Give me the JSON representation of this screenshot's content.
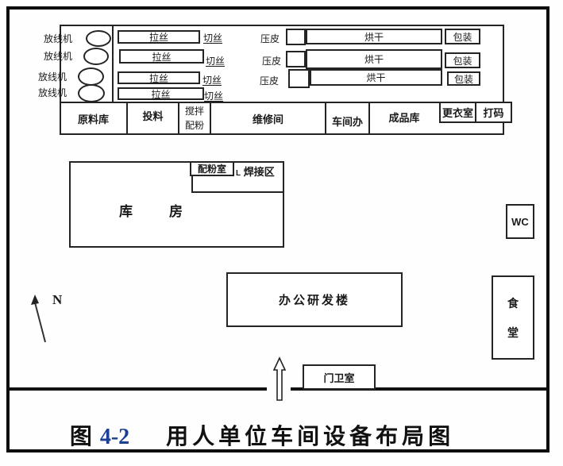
{
  "figure_caption": {
    "figure_word": "图",
    "figure_number": "4-2",
    "title": "用人单位车间设备布局图"
  },
  "compass": {
    "label": "N"
  },
  "workshop": {
    "payoff_machines": [
      {
        "label": "放线机"
      },
      {
        "label": "放线机"
      },
      {
        "label": "放线机"
      },
      {
        "label": "放线机"
      }
    ],
    "wire_lines": [
      {
        "draw": "拉丝",
        "cut": "切丝"
      },
      {
        "draw": "拉丝",
        "cut": "切丝"
      },
      {
        "draw": "拉丝",
        "cut": "切丝"
      },
      {
        "draw": "拉丝",
        "cut": "切丝"
      }
    ],
    "sheath_lines": [
      {
        "press": "压皮",
        "dry": "烘干",
        "pack": "包装"
      },
      {
        "press": "压皮",
        "dry": "烘干",
        "pack": "包装"
      },
      {
        "press": "压皮",
        "dry": "烘干",
        "pack": "包装"
      }
    ],
    "rooms": {
      "raw_material": "原料库",
      "feeding": "投料",
      "mixing_line1": "搅拌",
      "mixing_line2": "配粉",
      "maintenance": "维修间",
      "workshop_office": "车间办",
      "finished_goods": "成品库",
      "changing_room": "更衣室",
      "coding": "打码"
    }
  },
  "site": {
    "warehouse": {
      "char1": "库",
      "char2": "房"
    },
    "powder_room": "配粉室",
    "welding_area": {
      "mark": "L",
      "label": "焊接区"
    },
    "wc": "WC",
    "office_building": "办公研发楼",
    "canteen": {
      "char1": "食",
      "char2": "堂"
    },
    "guard_room": "门卫室"
  },
  "colors": {
    "ink": "#1a1a1a",
    "figure_number": "#1c3f94"
  }
}
